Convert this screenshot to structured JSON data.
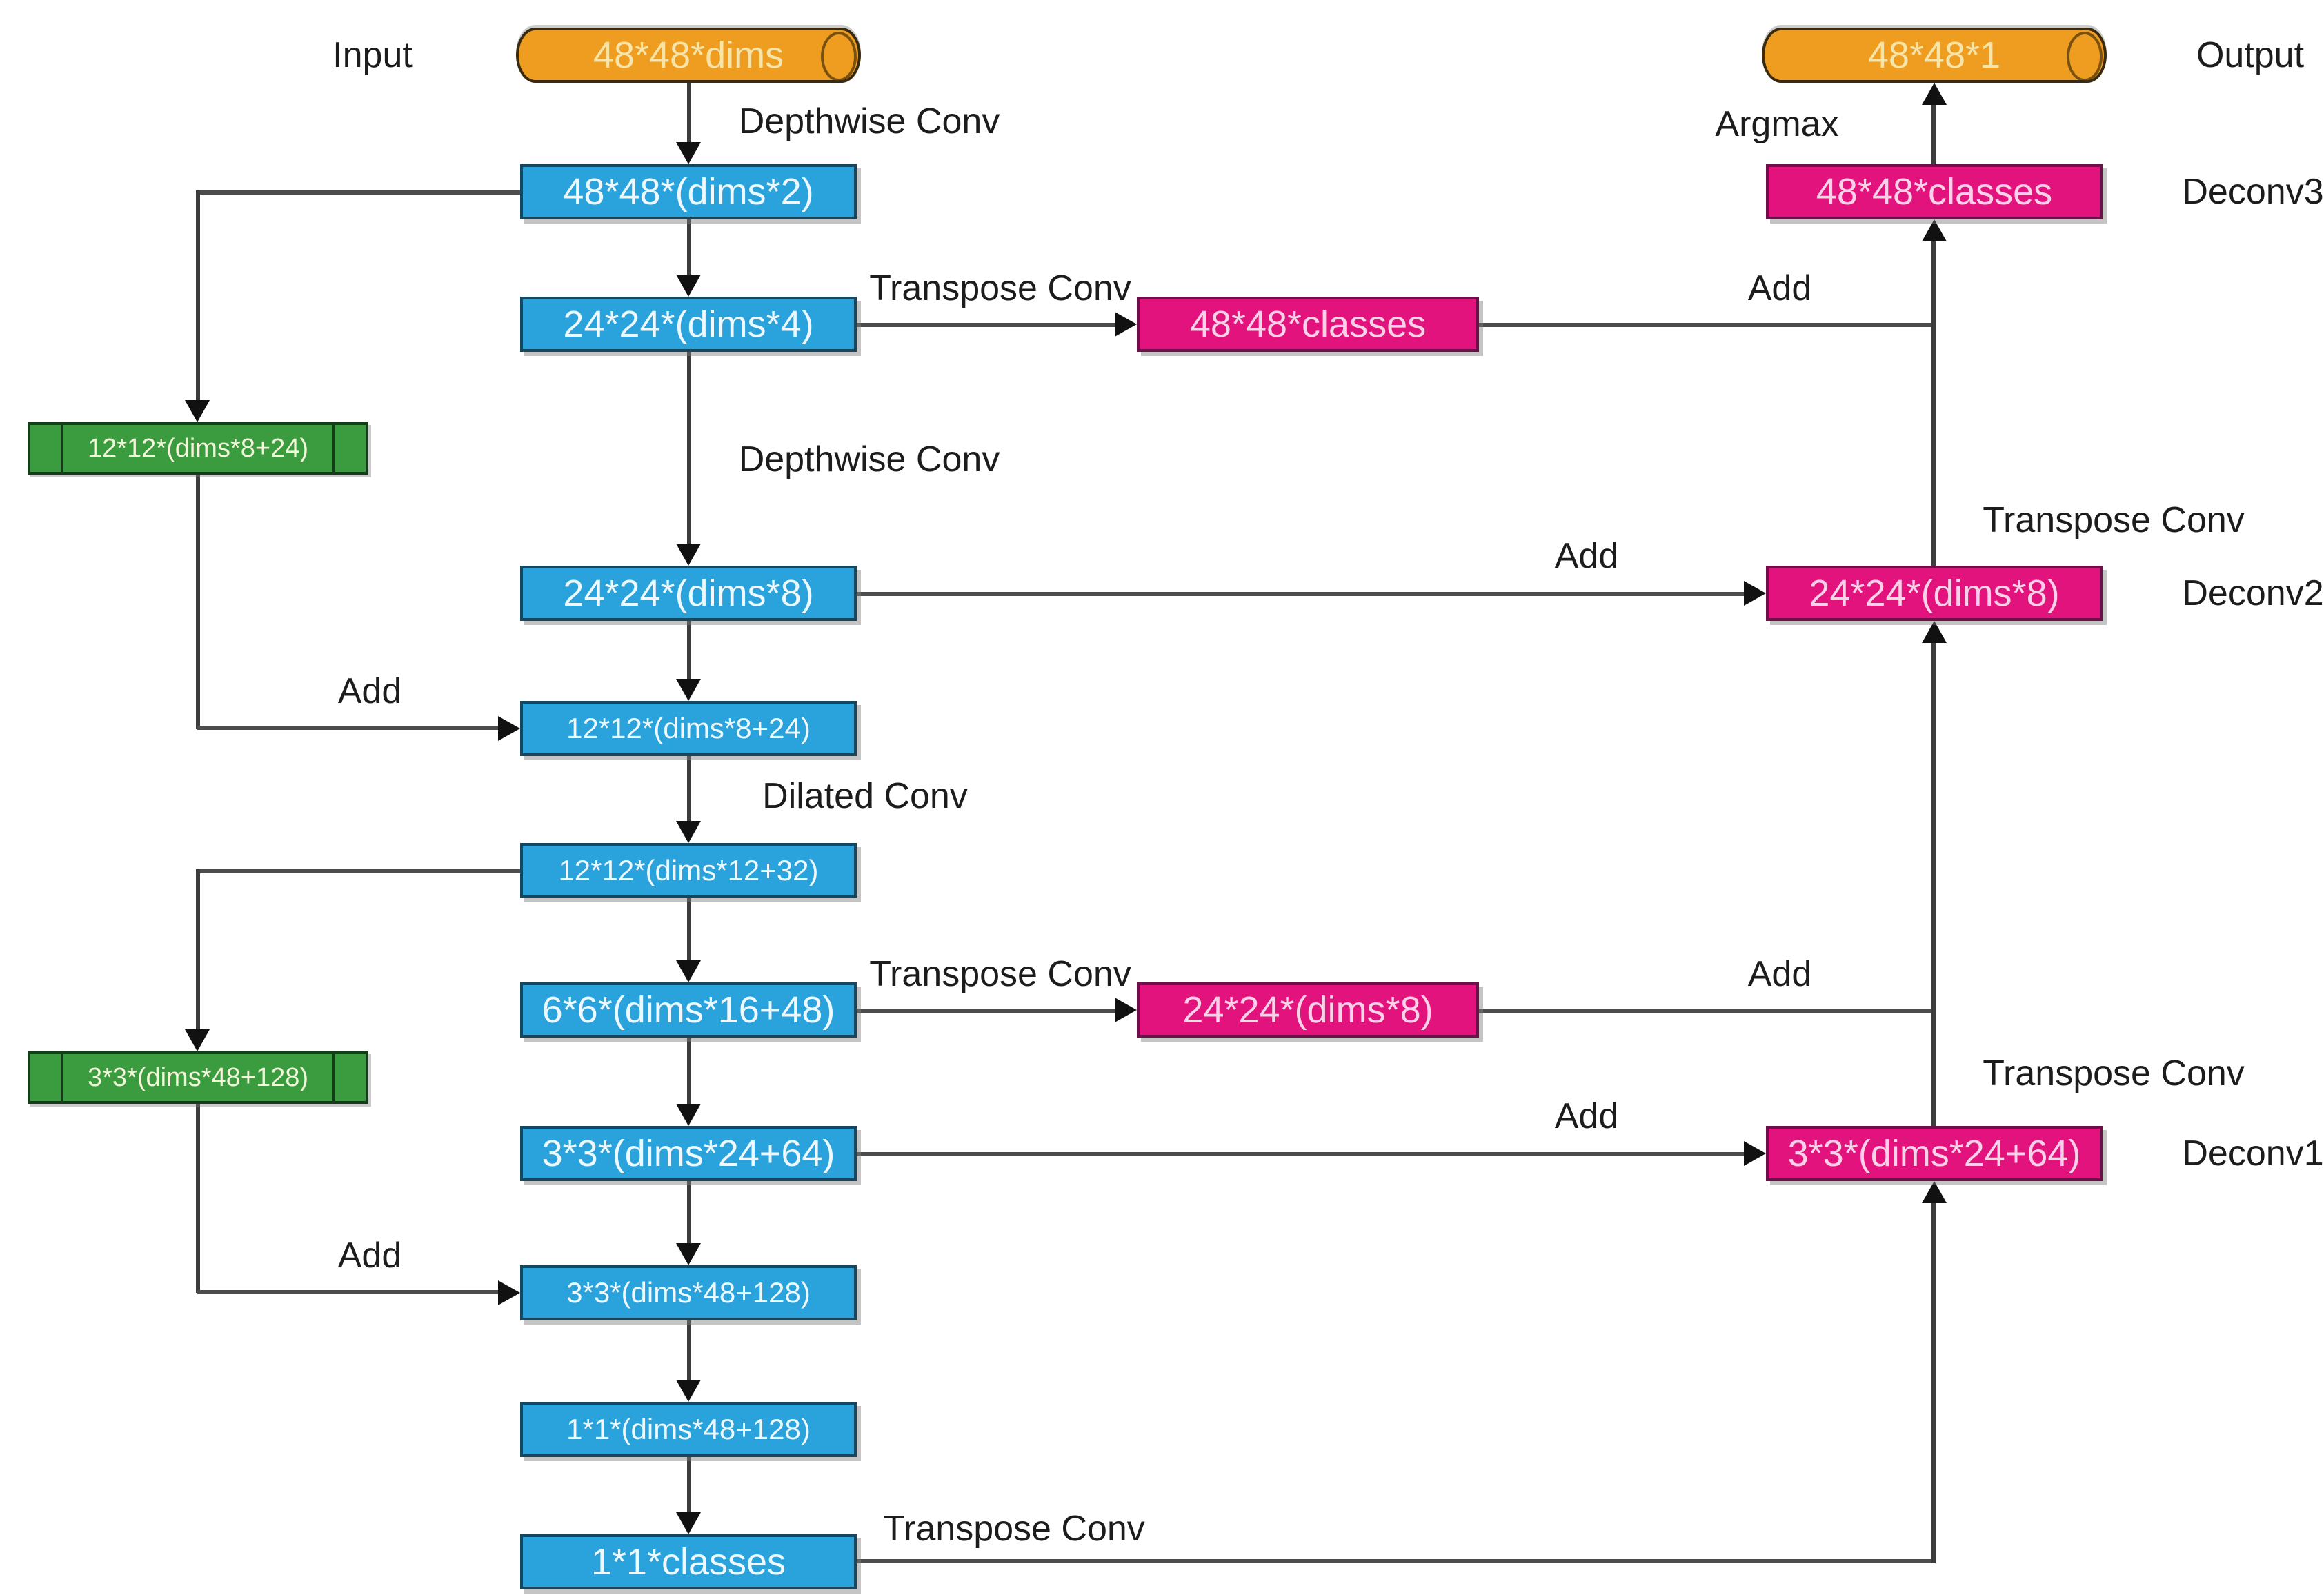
{
  "colors": {
    "encoder_blue": "#2aa3dc",
    "skip_green": "#3a9b3f",
    "decoder_pink": "#e2137d",
    "io_orange": "#ee9d20",
    "line": "#3c3c3c"
  },
  "nodes": {
    "input_cylinder": "48*48*dims",
    "output_cylinder": "48*48*1",
    "e1": "48*48*(dims*2)",
    "e2": "24*24*(dims*4)",
    "e3": "24*24*(dims*8)",
    "e4": "12*12*(dims*8+24)",
    "e5": "12*12*(dims*12+32)",
    "e6": "6*6*(dims*16+48)",
    "e7": "3*3*(dims*24+64)",
    "e8": "3*3*(dims*48+128)",
    "e9": "1*1*(dims*48+128)",
    "e10": "1*1*classes",
    "skip1": "12*12*(dims*8+24)",
    "skip2": "3*3*(dims*48+128)",
    "up_row2": "48*48*classes",
    "up_row6": "24*24*(dims*8)",
    "deconv1": "3*3*(dims*24+64)",
    "deconv2": "24*24*(dims*8)",
    "deconv3": "48*48*classes"
  },
  "side_labels": {
    "input": "Input",
    "output": "Output",
    "argmax": "Argmax",
    "deconv1": "Deconv1",
    "deconv2": "Deconv2",
    "deconv3": "Deconv3"
  },
  "edge_labels": {
    "depthwise1": "Depthwise Conv",
    "depthwise2": "Depthwise Conv",
    "dilated": "Dilated Conv",
    "transpose_row2": "Transpose Conv",
    "transpose_row6": "Transpose Conv",
    "transpose_deconv2": "Transpose Conv",
    "transpose_deconv1": "Transpose Conv",
    "transpose_bottom": "Transpose Conv",
    "add_top_right": "Add",
    "add_enc3_deconv2": "Add",
    "add_mid_right": "Add",
    "add_enc7_deconv1": "Add",
    "add_skip1": "Add",
    "add_skip2": "Add"
  }
}
